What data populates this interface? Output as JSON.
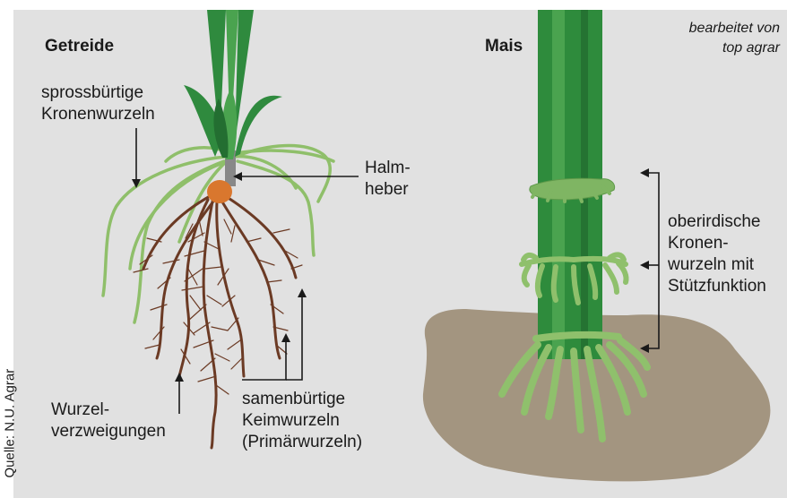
{
  "credit": {
    "line1": "bearbeitet von",
    "line2": "top agrar"
  },
  "source": "Quelle: N.U. Agrar",
  "getreide": {
    "title": "Getreide",
    "crown_roots": {
      "line1": "sprossbürtige",
      "line2": "Kronenwurzeln"
    },
    "halmheber": {
      "line1": "Halm-",
      "line2": "heber"
    },
    "branching": {
      "line1": "Wurzel-",
      "line2": "verzweigungen"
    },
    "seminal": {
      "line1": "samenbürtige",
      "line2": "Keimwurzeln",
      "line3": "(Primärwurzeln)"
    }
  },
  "mais": {
    "title": "Mais",
    "brace_roots": {
      "line1": "oberirdische",
      "line2": "Kronen-",
      "line3": "wurzeln mit",
      "line4": "Stützfunktion"
    }
  },
  "colors": {
    "background": "#e1e1e1",
    "leaf_green": "#2f8a3e",
    "root_green": "#8fbf6a",
    "root_brown": "#6b3a24",
    "node_orange": "#d9772e",
    "soil": "#a39580",
    "mais_stem": "#2e8b3c"
  }
}
